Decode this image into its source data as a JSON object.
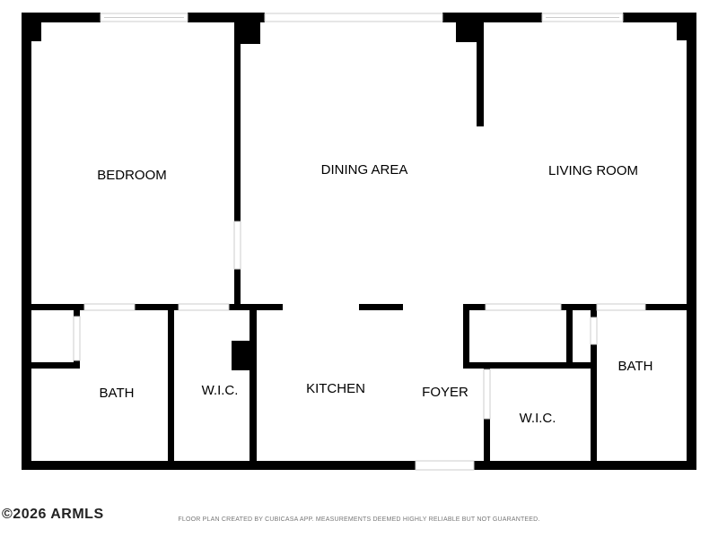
{
  "rooms": {
    "bedroom": "BEDROOM",
    "dining_area": "DINING AREA",
    "living_room": "LIVING ROOM",
    "bath_left": "BATH",
    "wic_left": "W.I.C.",
    "kitchen": "KITCHEN",
    "foyer": "FOYER",
    "wic_right": "W.I.C.",
    "bath_right": "BATH"
  },
  "watermark": "©2026 ARMLS",
  "disclaimer": "FLOOR PLAN CREATED BY CUBICASA APP. MEASUREMENTS DEEMED HIGHLY RELIABLE BUT NOT GUARANTEED.",
  "colors": {
    "wall": "#000000",
    "background": "#ffffff",
    "opening": "#cccccc"
  }
}
